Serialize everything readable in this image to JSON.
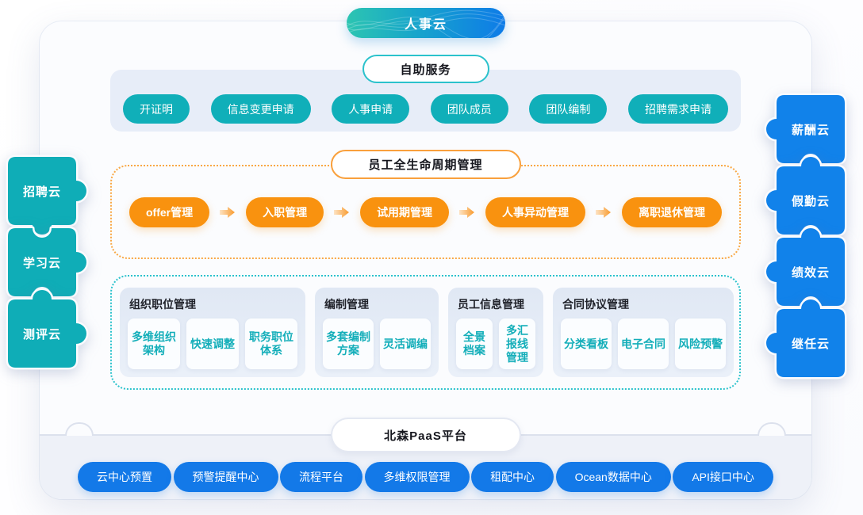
{
  "badge": {
    "label": "人事云"
  },
  "self_service": {
    "title": "自助服务",
    "items": [
      "开证明",
      "信息变更申请",
      "人事申请",
      "团队成员",
      "团队编制",
      "招聘需求申请"
    ]
  },
  "lifecycle": {
    "title": "员工全生命周期管理",
    "steps": [
      "offer管理",
      "入职管理",
      "试用期管理",
      "人事异动管理",
      "离职退休管理"
    ]
  },
  "modules": [
    {
      "title": "组织职位管理",
      "items": [
        "多维组织架构",
        "快速调整",
        "职务职位体系"
      ]
    },
    {
      "title": "编制管理",
      "items": [
        "多套编制方案",
        "灵活调编"
      ]
    },
    {
      "title": "员工信息管理",
      "items": [
        "全景档案",
        "多汇报线管理"
      ]
    },
    {
      "title": "合同协议管理",
      "items": [
        "分类看板",
        "电子合同",
        "风险预警"
      ]
    }
  ],
  "paas": {
    "title": "北森PaaS平台",
    "items": [
      "云中心预置",
      "预警提醒中心",
      "流程平台",
      "多维权限管理",
      "租配中心",
      "Ocean数据中心",
      "API接口中心"
    ]
  },
  "left_clouds": [
    "招聘云",
    "学习云",
    "测评云"
  ],
  "right_clouds": [
    "薪酬云",
    "假勤云",
    "绩效云",
    "继任云"
  ],
  "colors": {
    "teal_chip": "#10AFB9",
    "orange_chip": "#F9920F",
    "blue_chip": "#1379E8",
    "puzzle_teal": "#0FADB7",
    "puzzle_blue": "#1182EA",
    "badge_gradient_start": "#2CC5B1",
    "badge_gradient_end": "#0E7BE8",
    "self_band_bg": "#E7EDF8",
    "card_bg": "#E4EBF6",
    "teal_border": "#2BC2CC",
    "orange_border": "#F9A03C"
  }
}
